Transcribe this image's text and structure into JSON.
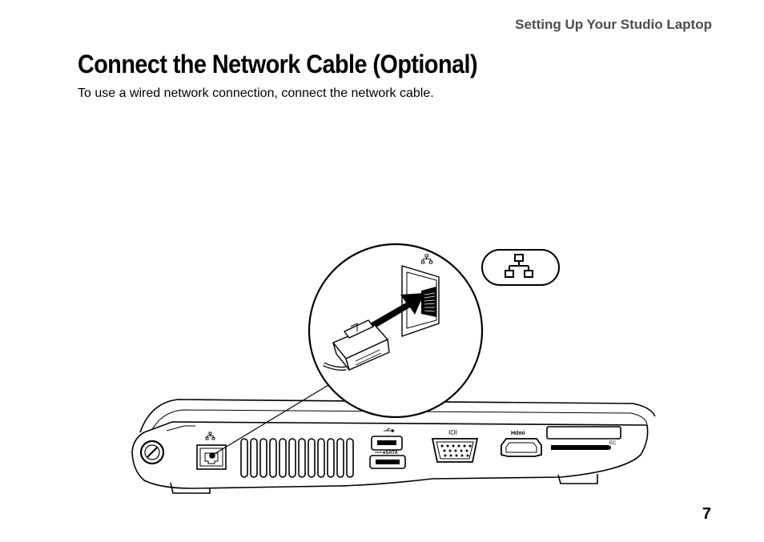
{
  "header": {
    "section": "Setting Up Your Studio Laptop"
  },
  "title": "Connect the Network Cable (Optional)",
  "intro": "To use a wired network connection, connect the network cable.",
  "illustration": {
    "callout_icon": "network-icon",
    "port_labels": {
      "vga": "IOI",
      "hdmi": "Hdmi",
      "esata": "eSATA",
      "expresscard": "EC"
    }
  },
  "page_number": "7"
}
